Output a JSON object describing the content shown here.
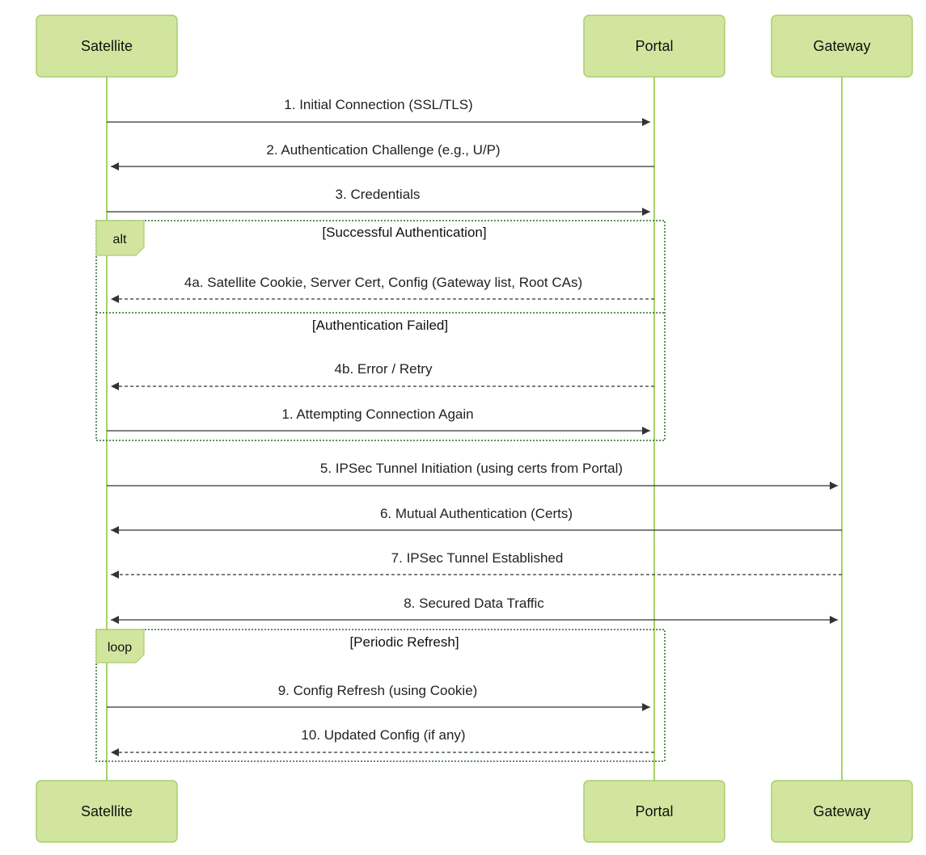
{
  "actors": [
    {
      "id": "satellite",
      "label": "Satellite"
    },
    {
      "id": "portal",
      "label": "Portal"
    },
    {
      "id": "gateway",
      "label": "Gateway"
    }
  ],
  "messages": [
    {
      "from": "satellite",
      "to": "portal",
      "label": "1. Initial Connection (SSL/TLS)",
      "style": "solid"
    },
    {
      "from": "portal",
      "to": "satellite",
      "label": "2. Authentication Challenge (e.g., U/P)",
      "style": "solid"
    },
    {
      "from": "satellite",
      "to": "portal",
      "label": "3. Credentials",
      "style": "solid"
    },
    {
      "from": "portal",
      "to": "satellite",
      "label": "4a. Satellite Cookie, Server Cert, Config (Gateway list, Root CAs)",
      "style": "dashed"
    },
    {
      "from": "portal",
      "to": "satellite",
      "label": "4b. Error / Retry",
      "style": "dashed"
    },
    {
      "from": "satellite",
      "to": "portal",
      "label": "1. Attempting Connection Again",
      "style": "solid"
    },
    {
      "from": "satellite",
      "to": "gateway",
      "label": "5. IPSec Tunnel Initiation (using certs from Portal)",
      "style": "solid"
    },
    {
      "from": "gateway",
      "to": "satellite",
      "label": "6. Mutual Authentication (Certs)",
      "style": "solid"
    },
    {
      "from": "gateway",
      "to": "satellite",
      "label": "7. IPSec Tunnel Established",
      "style": "dashed"
    },
    {
      "from": "satellite",
      "to": "gateway",
      "label": "8. Secured Data Traffic",
      "style": "solid",
      "bidirectional": true
    },
    {
      "from": "satellite",
      "to": "portal",
      "label": "9. Config Refresh (using Cookie)",
      "style": "solid"
    },
    {
      "from": "portal",
      "to": "satellite",
      "label": "10. Updated Config (if any)",
      "style": "dashed"
    }
  ],
  "frames": [
    {
      "kind": "alt",
      "sections": [
        "[Successful Authentication]",
        "[Authentication Failed]"
      ]
    },
    {
      "kind": "loop",
      "sections": [
        "[Periodic Refresh]"
      ]
    }
  ]
}
